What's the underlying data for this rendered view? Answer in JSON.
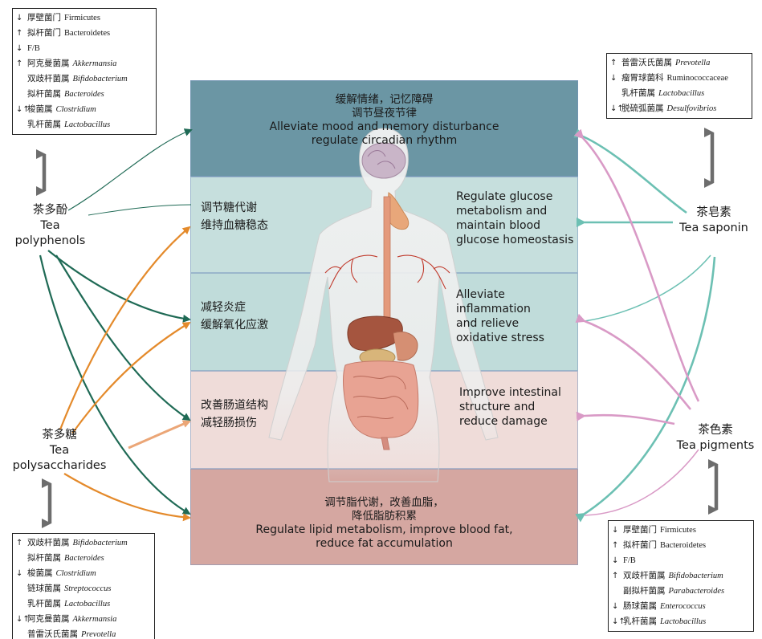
{
  "colors": {
    "polyphenol_arrow": "#1f6a55",
    "polysaccharide_arrow": "#e48a2b",
    "saponin_arrow": "#6cc0b3",
    "pigment_arrow": "#d99ac6",
    "double_arrow": "#6d6d6d"
  },
  "effects": {
    "e1": {
      "zh1": "缓解情绪，记忆障碍",
      "zh2": "调节昼夜节律",
      "en1": "Alleviate mood and memory disturbance",
      "en2": "regulate circadian rhythm"
    },
    "e2": {
      "zh1": "调节糖代谢",
      "zh2": "维持血糖稳态",
      "en1": "Regulate glucose",
      "en2": "metabolism and",
      "en3": "maintain blood",
      "en4": "glucose homeostasis"
    },
    "e3": {
      "zh1": "减轻炎症",
      "zh2": "缓解氧化应激",
      "en1": "Alleviate",
      "en2": "inflammation",
      "en3": "and relieve",
      "en4": "oxidative stress"
    },
    "e4": {
      "zh1": "改善肠道结构",
      "zh2": "减轻肠损伤",
      "en1": "Improve intestinal",
      "en2": "structure and",
      "en3": "reduce damage"
    },
    "e5": {
      "zh1": "调节脂代谢，改善血脂，",
      "zh2": "降低脂肪积累",
      "en1": "Regulate lipid metabolism, improve blood fat,",
      "en2": "reduce fat accumulation"
    }
  },
  "compounds": {
    "polyphenols": {
      "zh": "茶多酚",
      "en1": "Tea",
      "en2": "polyphenols"
    },
    "polysaccharides": {
      "zh": "茶多糖",
      "en1": "Tea",
      "en2": "polysaccharides"
    },
    "saponin": {
      "zh": "茶皂素",
      "en": "Tea saponin"
    },
    "pigments": {
      "zh": "茶色素",
      "en": "Tea pigments"
    }
  },
  "boxes": {
    "polyphenols": [
      {
        "arrow": "↓",
        "zh": "厚壁菌门",
        "lat": "Firmicutes",
        "italic": false
      },
      {
        "arrow": "↑",
        "zh": "拟杆菌门",
        "lat": "Bacteroidetes",
        "italic": false
      },
      {
        "arrow": "↓",
        "zh": "",
        "lat": "F/B",
        "italic": false
      },
      {
        "arrow": "↑",
        "zh": "阿克曼菌属",
        "lat": "Akkermansia",
        "italic": true
      },
      {
        "arrow": "",
        "zh": "双歧杆菌属",
        "lat": "Bifidobacterium",
        "italic": true
      },
      {
        "arrow": "",
        "zh": "拟杆菌属",
        "lat": "Bacteroides",
        "italic": true
      },
      {
        "arrow": "↓↑",
        "zh": "梭菌属",
        "lat": "Clostridium",
        "italic": true
      },
      {
        "arrow": "",
        "zh": "乳杆菌属",
        "lat": "Lactobacillus",
        "italic": true
      }
    ],
    "polysaccharides": [
      {
        "arrow": "↑",
        "zh": "双歧杆菌属",
        "lat": "Bifidobacterium",
        "italic": true
      },
      {
        "arrow": "",
        "zh": "拟杆菌属",
        "lat": "Bacteroides",
        "italic": true
      },
      {
        "arrow": "↓",
        "zh": "梭菌属",
        "lat": "Clostridium",
        "italic": true
      },
      {
        "arrow": "",
        "zh": "链球菌属",
        "lat": "Streptococcus",
        "italic": true
      },
      {
        "arrow": "",
        "zh": "乳杆菌属",
        "lat": "Lactobacillus",
        "italic": true
      },
      {
        "arrow": "↓↑",
        "zh": "阿克曼菌属",
        "lat": "Akkermansia",
        "italic": true
      },
      {
        "arrow": "",
        "zh": "普雷沃氏菌属",
        "lat": "Prevotella",
        "italic": true
      }
    ],
    "saponin": [
      {
        "arrow": "↑",
        "zh": "普雷沃氏菌属",
        "lat": "Prevotella",
        "italic": true
      },
      {
        "arrow": "↓",
        "zh": "瘤胃球菌科",
        "lat": "Ruminococcaceae",
        "italic": false
      },
      {
        "arrow": "",
        "zh": "乳杆菌属",
        "lat": "Lactobacillus",
        "italic": true
      },
      {
        "arrow": "↓↑",
        "zh": "脱硫弧菌属",
        "lat": "Desulfovibrios",
        "italic": true
      }
    ],
    "pigments": [
      {
        "arrow": "↓",
        "zh": "厚壁菌门",
        "lat": "Firmicutes",
        "italic": false
      },
      {
        "arrow": "↑",
        "zh": "拟杆菌门",
        "lat": "Bacteroidetes",
        "italic": false
      },
      {
        "arrow": "↓",
        "zh": "",
        "lat": "F/B",
        "italic": false
      },
      {
        "arrow": "↑",
        "zh": "双歧杆菌属",
        "lat": "Bifidobacterium",
        "italic": true
      },
      {
        "arrow": "",
        "zh": "副拟杆菌属",
        "lat": "Parabacteroides",
        "italic": true
      },
      {
        "arrow": "↓",
        "zh": "肠球菌属",
        "lat": "Enterococcus",
        "italic": true
      },
      {
        "arrow": "↓↑",
        "zh": "乳杆菌属",
        "lat": "Lactobacillus",
        "italic": true
      }
    ]
  }
}
